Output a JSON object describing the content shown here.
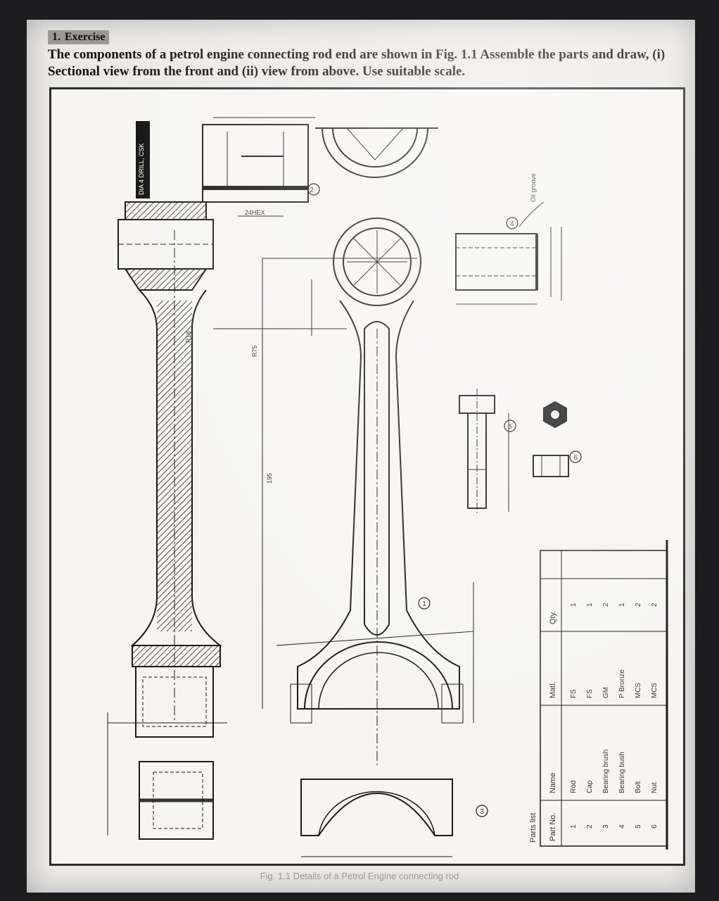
{
  "header": {
    "exercise_number": "1.",
    "exercise_title": "Exercise",
    "instruction": "The components of a petrol engine connecting rod end are shown in Fig. 1.1 Assemble the parts and draw, (i) Sectional view from the front and (ii) view from above. Use suitable scale."
  },
  "drawing": {
    "hole_note": "DIA 4 DRILL, CSK",
    "labels": {
      "dim_hex": "24HEX",
      "dim_r18": "R18",
      "dim_r75": "R75",
      "dim_195": "195",
      "oil_groove": "Oil groove",
      "part1": "1",
      "part2": "2",
      "part3": "3",
      "part4": "4",
      "part5": "5",
      "part6": "6"
    }
  },
  "parts_list": {
    "title": "Parts list",
    "headers": [
      "Part No.",
      "Name",
      "Matl.",
      "Qty."
    ],
    "rows": [
      {
        "no": "1",
        "name": "Rod",
        "matl": "FS",
        "qty": "1"
      },
      {
        "no": "2",
        "name": "Cap",
        "matl": "FS",
        "qty": "1"
      },
      {
        "no": "3",
        "name": "Bearing brush",
        "matl": "GM",
        "qty": "2"
      },
      {
        "no": "4",
        "name": "Bearing bush",
        "matl": "P Bronze",
        "qty": "1"
      },
      {
        "no": "5",
        "name": "Bolt",
        "matl": "MCS",
        "qty": "2"
      },
      {
        "no": "6",
        "name": "Nut",
        "matl": "MCS",
        "qty": "2"
      }
    ]
  },
  "caption": "Fig. 1.1 Details of a Petrol Engine connecting rod"
}
